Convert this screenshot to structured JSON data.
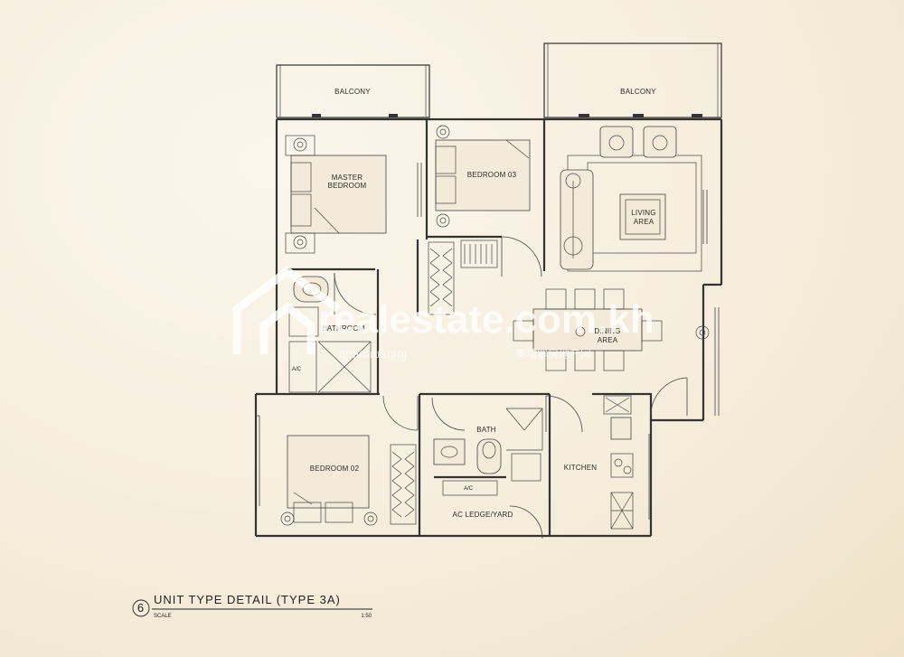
{
  "rooms": {
    "balcony_left": "BALCONY",
    "balcony_right": "BALCONY",
    "master_bedroom_1": "MASTER",
    "master_bedroom_2": "BEDROOM",
    "bedroom_03": "BEDROOM 03",
    "living_1": "LIVING",
    "living_2": "AREA",
    "bathroom": "BATHROOM",
    "dining_1": "DINING",
    "dining_2": "AREA",
    "bedroom_02": "BEDROOM 02",
    "bath": "BATH",
    "kitchen": "KITCHEN",
    "ac_ledge": "AC LEDGE/YARD",
    "ac_tag_1": "A/C",
    "ac_tag_2": "A/C"
  },
  "watermark": {
    "site": "realestate.com.kh",
    "khmer": "ផ្សារអចលនទ្រព្យ",
    "chinese": "柬埔寨房地产网"
  },
  "title": {
    "number": "6",
    "text": "UNIT TYPE DETAIL (TYPE 3A)",
    "scale_label": "SCALE",
    "scale_value": "1:50"
  }
}
